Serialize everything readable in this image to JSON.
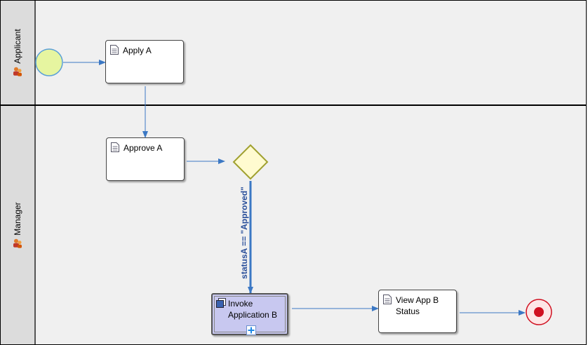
{
  "lanes": [
    {
      "name": "Applicant"
    },
    {
      "name": "Manager"
    }
  ],
  "tasks": {
    "apply_a": "Apply A",
    "approve_a": "Approve A",
    "invoke_b_line1": "Invoke",
    "invoke_b_line2": "Application B",
    "view_b_line1": "View App B",
    "view_b_line2": "Status"
  },
  "flows": {
    "condition_label": "statusA == \"Approved\""
  },
  "colors": {
    "start_event": "#e6f5a0",
    "gateway": "#fffbd0",
    "end_event": "#d01020",
    "flow": "#3b78c4",
    "subprocess": "#c8c8f0"
  }
}
